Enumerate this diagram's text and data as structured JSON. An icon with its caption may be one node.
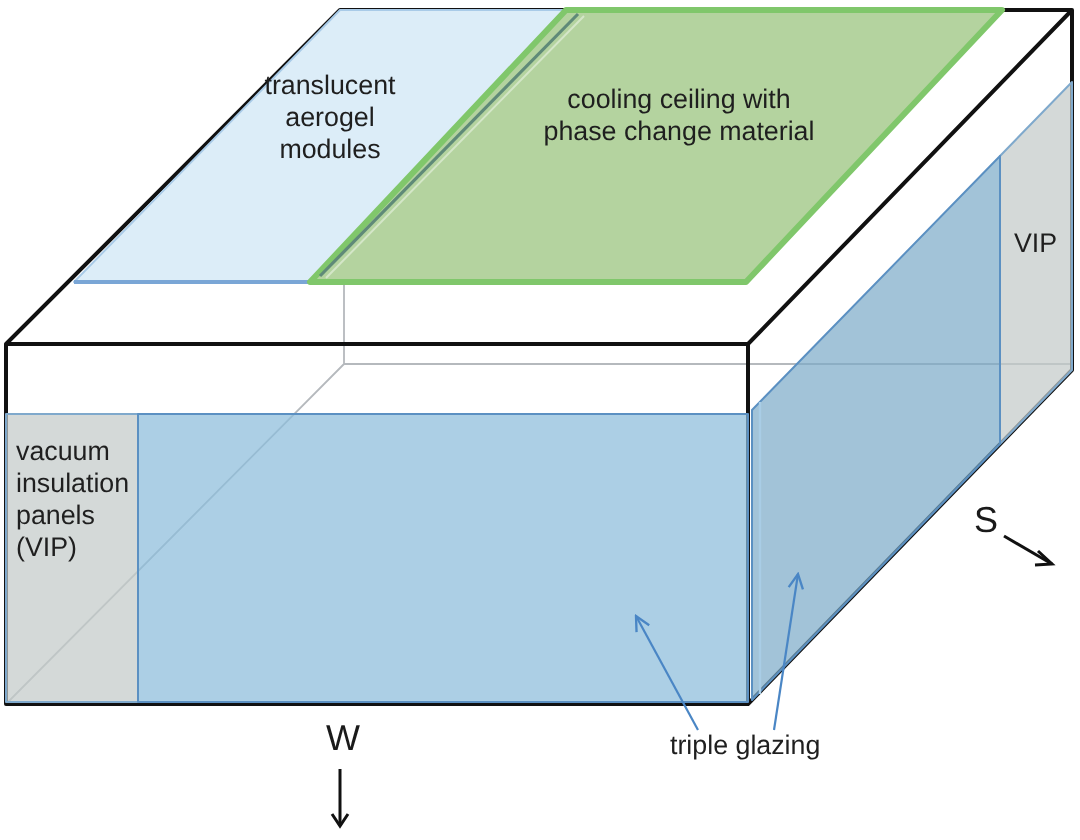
{
  "diagram": {
    "nodes": [
      {
        "text": [
          "translucent aerogel modules"
        ]
      },
      {
        "text": [
          "cooling ceiling with phase change material"
        ]
      },
      {
        "text": [
          "VIP"
        ]
      },
      {
        "text": [
          "vacuum insulation panels (VIP)"
        ]
      },
      {
        "text": [],
        "shape": "box"
      },
      {
        "text": [],
        "shape": "box"
      },
      {
        "text": [
          "triple glazing"
        ]
      }
    ],
    "edges": [
      {
        "from": 6,
        "to": 4,
        "arrow": "to"
      },
      {
        "from": 6,
        "to": 5,
        "arrow": "to"
      }
    ],
    "labels": [
      "S",
      "W"
    ]
  }
}
